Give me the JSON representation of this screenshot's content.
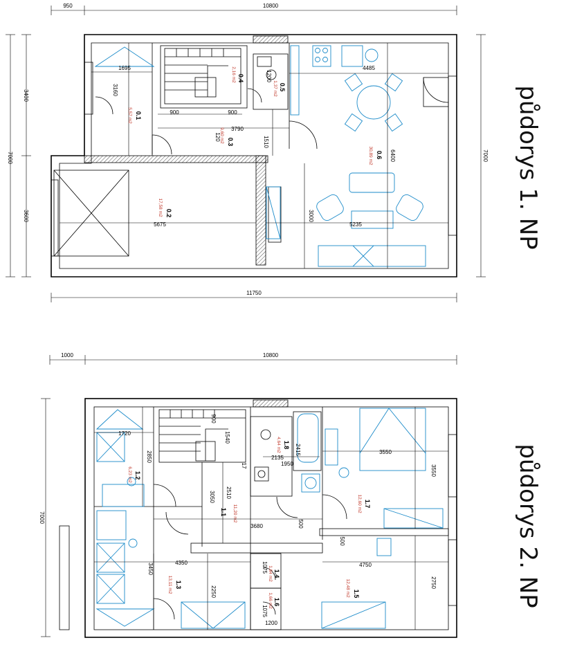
{
  "floors": [
    {
      "title": "půdorys 1. NP",
      "dims": {
        "top_left": "950",
        "top_main": "10800",
        "bottom": "11750",
        "left_total": "7000",
        "left_upper": "3400",
        "left_lower": "3600",
        "right_total": "7000"
      },
      "rooms": [
        {
          "id": "0.1",
          "area": "5,57 m2"
        },
        {
          "id": "0.2",
          "area": "17,58 m2"
        },
        {
          "id": "0.3",
          "area": "9,60 m2"
        },
        {
          "id": "0.4",
          "area": "2,16 m2"
        },
        {
          "id": "0.5",
          "area": "1,37 m2"
        },
        {
          "id": "0.6",
          "area": "30,89 m2"
        }
      ],
      "inner_dims": [
        "1695",
        "3160",
        "900",
        "900",
        "3790",
        "120",
        "1510",
        "5675",
        "3000",
        "5235",
        "4485",
        "6400",
        "1200"
      ]
    },
    {
      "title": "půdorys 2. NP",
      "dims": {
        "top_left": "1000",
        "top_main": "10800",
        "left_total": "7000"
      },
      "rooms": [
        {
          "id": "1.1",
          "area": "11,20 m2"
        },
        {
          "id": "1.2",
          "area": "6,23 m2"
        },
        {
          "id": "1.3",
          "area": "13,11 m2"
        },
        {
          "id": "1.4",
          "area": "1,84 m2"
        },
        {
          "id": "1.5",
          "area": "12,48 m2"
        },
        {
          "id": "1.6",
          "area": "1,66 m2"
        },
        {
          "id": "1.7",
          "area": "12,60 m2"
        },
        {
          "id": "1.8",
          "area": "4,64 m2"
        }
      ],
      "inner_dims": [
        "1720",
        "2850",
        "900",
        "1540",
        "2135",
        "1950",
        "2415",
        "3550",
        "3550",
        "3050",
        "2510",
        "3680",
        "500",
        "500",
        "4350",
        "3450",
        "2250",
        "1075",
        "1075",
        "4750",
        "2750",
        "17",
        "1200"
      ]
    }
  ]
}
